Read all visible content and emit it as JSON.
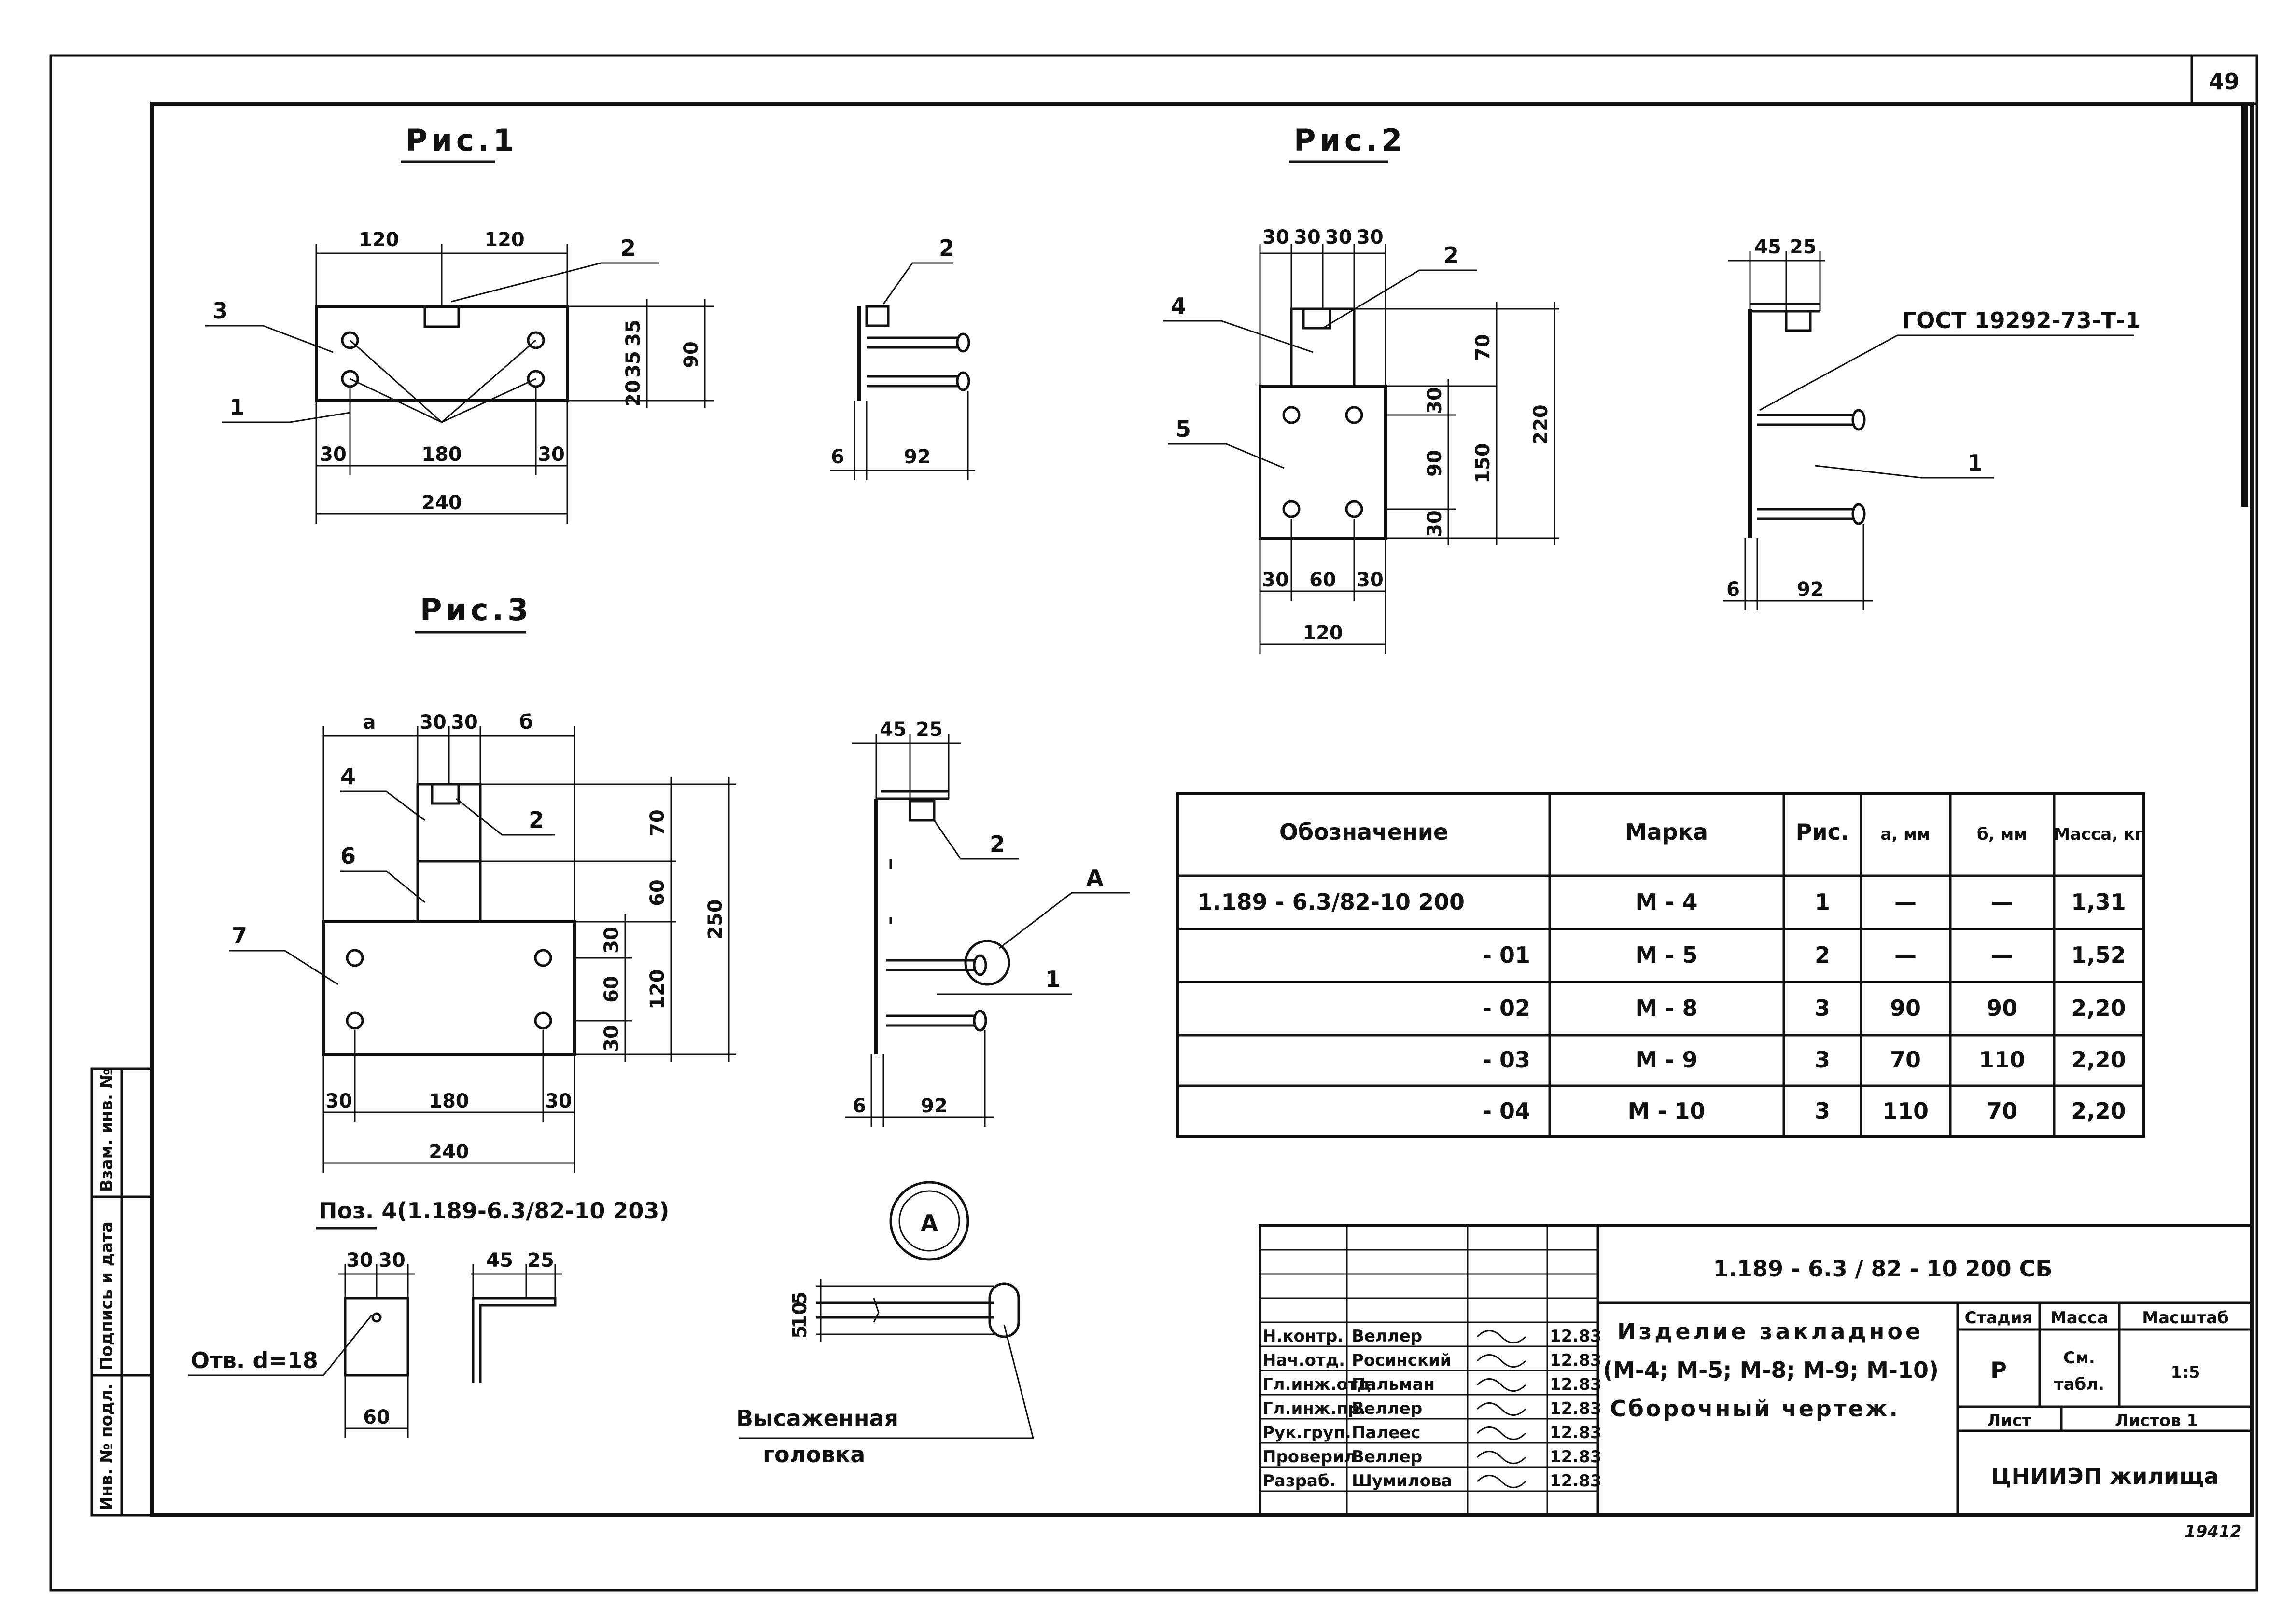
{
  "sheet_number": "49",
  "figures": {
    "fig1": {
      "title": "Рис.1",
      "top_dims": [
        "120",
        "120"
      ],
      "right_dims": [
        "35",
        "35",
        "20",
        "90"
      ],
      "bottom_dims": [
        "30",
        "180",
        "30",
        "240"
      ],
      "callouts": [
        "3",
        "1",
        "2"
      ],
      "side_view": {
        "callout": "2",
        "dims": [
          "6",
          "92"
        ]
      }
    },
    "fig2": {
      "title": "Рис.2",
      "top_dims": [
        "30",
        "30",
        "30",
        "30"
      ],
      "right_dims": [
        "70",
        "30",
        "90",
        "30",
        "150",
        "220"
      ],
      "bottom_dims": [
        "30",
        "60",
        "30",
        "120"
      ],
      "callouts": [
        "4",
        "2",
        "5"
      ],
      "side_view": {
        "top_dims": [
          "45",
          "25"
        ],
        "gost": "ГОСТ 19292-73-Т-1",
        "callout": "1",
        "dims": [
          "6",
          "92"
        ]
      }
    },
    "fig3": {
      "title": "Рис.3",
      "top_dims": [
        "а",
        "30",
        "30",
        "б"
      ],
      "right_dims": [
        "70",
        "60",
        "30",
        "60",
        "30",
        "120",
        "250"
      ],
      "bottom_dims": [
        "30",
        "180",
        "30",
        "240"
      ],
      "callouts": [
        "4",
        "2",
        "6",
        "7"
      ],
      "side_view": {
        "top_dims": [
          "45",
          "25"
        ],
        "callouts": [
          "2",
          "А",
          "1"
        ],
        "dims": [
          "6",
          "92"
        ]
      }
    },
    "pos4": {
      "title": "Поз. 4(1.189-6.3/82-10 203)",
      "dims_front": [
        "30",
        "30",
        "60"
      ],
      "dims_side": [
        "45",
        "25"
      ],
      "hole_label": "Отв. d=18"
    },
    "detail_a": {
      "marker": "А",
      "dims": [
        "5",
        "10",
        "5"
      ],
      "caption_line1": "Высаженная",
      "caption_line2": "головка"
    }
  },
  "spec_table": {
    "headers": [
      "Обозначение",
      "Марка",
      "Рис.",
      "а, мм",
      "б, мм",
      "Масса, кг"
    ],
    "rows": [
      [
        "1.189 - 6.3/82-10 200",
        "М - 4",
        "1",
        "—",
        "—",
        "1,31"
      ],
      [
        "- 01",
        "М - 5",
        "2",
        "—",
        "—",
        "1,52"
      ],
      [
        "- 02",
        "М - 8",
        "3",
        "90",
        "90",
        "2,20"
      ],
      [
        "- 03",
        "М - 9",
        "3",
        "70",
        "110",
        "2,20"
      ],
      [
        "- 04",
        "М - 10",
        "3",
        "110",
        "70",
        "2,20"
      ]
    ]
  },
  "title_block": {
    "document_code": "1.189 - 6.3 / 82 - 10 200 СБ",
    "name_line1": "Изделие закладное",
    "name_line2": "(М-4; М-5; М-8; М-9; М-10)",
    "name_line3": "Сборочный чертеж.",
    "stage_label": "Стадия",
    "mass_label": "Масса",
    "scale_label": "Масштаб",
    "stage_value": "Р",
    "mass_value_line1": "См.",
    "mass_value_line2": "табл.",
    "scale_value": "1:5",
    "sheet_label": "Лист",
    "sheets_label": "Листов 1",
    "organization": "ЦНИИЭП жилища",
    "signatures": [
      {
        "role": "Н.контр.",
        "name": "Веллер",
        "date": "12.83"
      },
      {
        "role": "Нач.отд.",
        "name": "Росинский",
        "date": "12.83"
      },
      {
        "role": "Гл.инж.отд.",
        "name": "Пальман",
        "date": "12.83"
      },
      {
        "role": "Гл.инж.пр.",
        "name": "Веллер",
        "date": "12.83"
      },
      {
        "role": "Рук.груп.",
        "name": "Палеес",
        "date": "12.83"
      },
      {
        "role": "Проверил",
        "name": "Веллер",
        "date": "12.83"
      },
      {
        "role": "Разраб.",
        "name": "Шумилова",
        "date": "12.83"
      }
    ],
    "archive_number": "19412"
  },
  "side_stamp": [
    "Инв. № подл.",
    "Подпись и дата",
    "Взам. инв. №"
  ]
}
